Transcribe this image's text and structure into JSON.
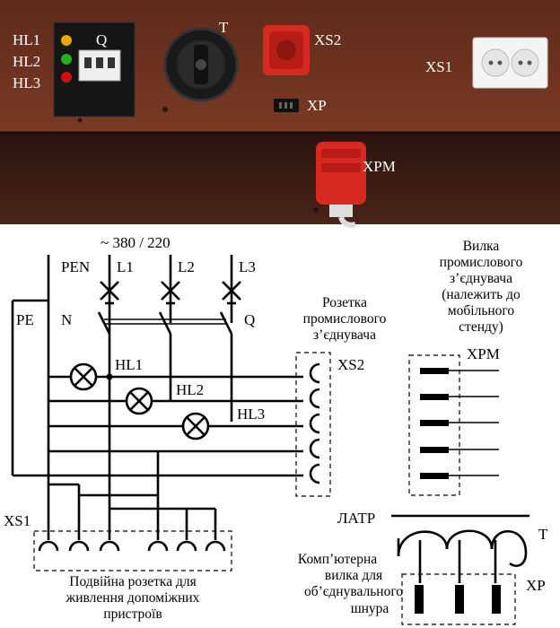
{
  "photo": {
    "labels": {
      "hl1": "HL1",
      "hl2": "HL2",
      "hl3": "HL3",
      "q": "Q",
      "t": "T",
      "xs2": "XS2",
      "xs1": "XS1",
      "xp": "XP",
      "xpm": "XPM"
    },
    "indicator_colors": [
      "#e8a800",
      "#22b020",
      "#d01010"
    ],
    "panel_color": "#6a3220",
    "socket_color": "#d62a20"
  },
  "schematic": {
    "voltage": "~ 380 / 220",
    "pen": "PEN",
    "l1": "L1",
    "l2": "L2",
    "l3": "L3",
    "pe": "PE",
    "n": "N",
    "q": "Q",
    "hl1": "HL1",
    "hl2": "HL2",
    "hl3": "HL3",
    "xs2": "XS2",
    "xs1": "XS1",
    "xpm": "XPM",
    "latr": "ЛАТР",
    "t": "T",
    "xp": "XP",
    "socket_caption": [
      "Розетка",
      "промислового",
      "з’єднувача"
    ],
    "plug_caption": [
      "Вилка",
      "промислового",
      "з’єднувача",
      "(належить до",
      "мобільного",
      "стенду)"
    ],
    "double_socket_caption": [
      "Подвійна розетка для",
      "живлення допоміжних",
      "пристроїв"
    ],
    "computer_plug_caption": [
      "Комп’ютерна",
      "вилка для",
      "об’єднувального",
      "шнура"
    ]
  }
}
